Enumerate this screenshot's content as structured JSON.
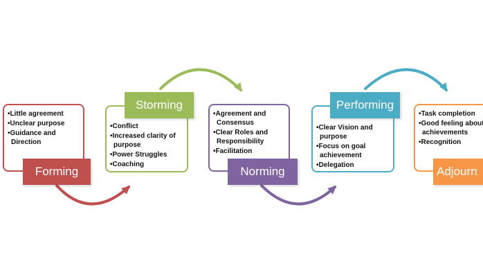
{
  "stages": [
    {
      "key": "forming",
      "label": "Forming",
      "color": "#c0504d",
      "items": [
        "Little agreement",
        "Unclear purpose",
        "Guidance and Direction"
      ]
    },
    {
      "key": "storming",
      "label": "Storming",
      "color": "#9bbb59",
      "items": [
        "Conflict",
        "Increased clarity of purpose",
        "Power Struggles",
        "Coaching"
      ]
    },
    {
      "key": "norming",
      "label": "Norming",
      "color": "#8064a2",
      "items": [
        "Agreement and Consensus",
        "Clear Roles and Responsibility",
        "Facilitation"
      ]
    },
    {
      "key": "performing",
      "label": "Performing",
      "color": "#4bacc6",
      "items": [
        "Clear Vision and purpose",
        "Focus on goal achievement",
        "Delegation"
      ]
    },
    {
      "key": "adjourning",
      "label": "Adjourn",
      "color": "#f79646",
      "items": [
        "Task completion",
        "Good feeling about achievements",
        "Recognition"
      ]
    }
  ]
}
